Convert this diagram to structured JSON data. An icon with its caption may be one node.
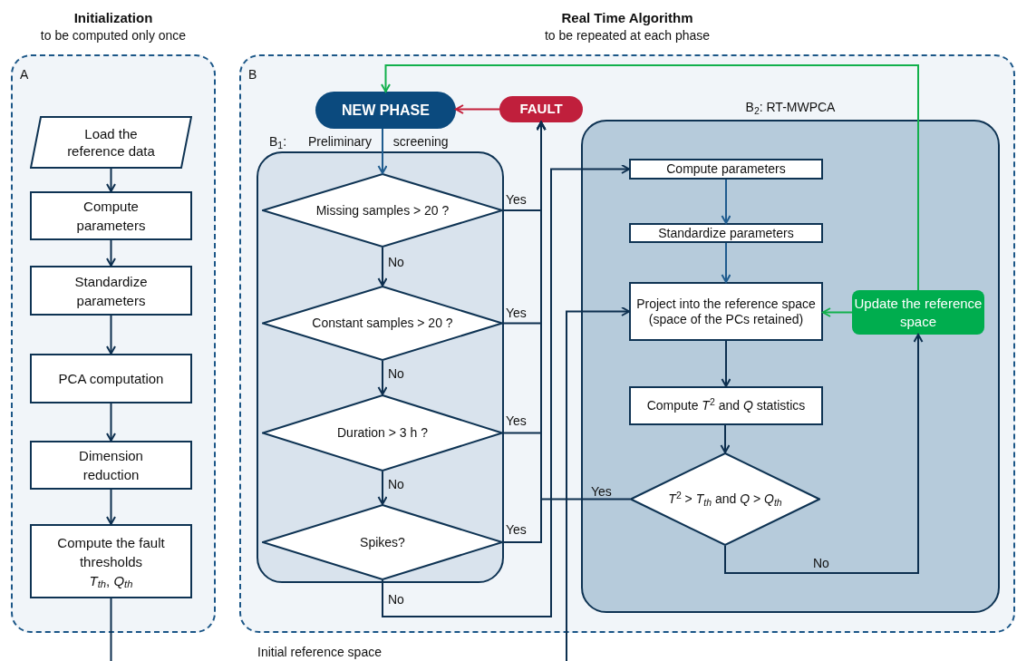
{
  "diagram": {
    "nodes": [
      {
        "text": [
          "Initialization",
          "to be computed only once",
          "A"
        ]
      },
      {
        "text": [
          "Load the reference data"
        ],
        "in": 0
      },
      {
        "text": [
          "Compute parameters"
        ],
        "in": 0
      },
      {
        "text": [
          "Standardize parameters"
        ],
        "in": 0
      },
      {
        "text": [
          "PCA computation"
        ],
        "in": 0
      },
      {
        "text": [
          "Dimension reduction"
        ],
        "in": 0
      },
      {
        "text": [
          "Compute the fault thresholds",
          "*T*$_{th}$, *Q*$_{th}$"
        ],
        "in": 0
      },
      {
        "text": [
          "Real Time Algorithm",
          "to be repeated at each phase",
          "B"
        ]
      },
      {
        "text": [
          "NEW PHASE"
        ],
        "in": 7
      },
      {
        "text": [
          "FAULT"
        ],
        "in": 7
      },
      {
        "text": [
          "B$_{1}$: Preliminary screening"
        ],
        "in": 7
      },
      {
        "text": [
          "Missing samples > 20 ?"
        ],
        "in": 10
      },
      {
        "text": [
          "Constant samples > 20 ?"
        ],
        "in": 10
      },
      {
        "text": [
          "Duration > 3 h ?"
        ],
        "in": 10
      },
      {
        "text": [
          "Spikes?"
        ],
        "in": 10
      },
      {
        "text": [
          "B$_{2}$: RT-MWPCA"
        ],
        "in": 7
      },
      {
        "text": [
          "Compute parameters"
        ],
        "in": 15
      },
      {
        "text": [
          "Standardize parameters"
        ],
        "in": 15
      },
      {
        "text": [
          "Project into the reference space (space of the PCs retained)"
        ],
        "in": 15
      },
      {
        "text": [
          "Compute *T*$^{2}$ and *Q* statistics"
        ],
        "in": 15
      },
      {
        "text": [
          "*T*$^{2}$ > *T*$_{th}$ and *Q* > *Q*$_{th}$"
        ],
        "in": 15
      },
      {
        "text": [
          "Update the reference space"
        ],
        "in": 15
      }
    ],
    "edges": [
      {
        "from": 1,
        "to": 2,
        "arrow": "to"
      },
      {
        "from": 2,
        "to": 3,
        "arrow": "to"
      },
      {
        "from": 3,
        "to": 4,
        "arrow": "to"
      },
      {
        "from": 4,
        "to": 5,
        "arrow": "to"
      },
      {
        "from": 5,
        "to": 6,
        "arrow": "to"
      },
      {
        "from": 6,
        "to": null,
        "arrow": "none"
      },
      {
        "from": 21,
        "to": 8,
        "arrow": "to",
        "color": "#12b04c"
      },
      {
        "from": 9,
        "to": 8,
        "arrow": "to",
        "color": "#c41e3a"
      },
      {
        "from": 8,
        "to": 11,
        "arrow": "to",
        "color": "#1f5c8f"
      },
      {
        "from": 11,
        "to": 12,
        "label": "No",
        "arrow": "to"
      },
      {
        "from": 12,
        "to": 13,
        "label": "No",
        "arrow": "to"
      },
      {
        "from": 13,
        "to": 14,
        "label": "No",
        "arrow": "to"
      },
      {
        "from": 11,
        "to": 9,
        "label": "Yes",
        "arrow": "to"
      },
      {
        "from": 12,
        "to": 9,
        "label": "Yes",
        "arrow": "to"
      },
      {
        "from": 13,
        "to": 9,
        "label": "Yes",
        "arrow": "to"
      },
      {
        "from": 14,
        "to": 9,
        "label": "Yes",
        "arrow": "to"
      },
      {
        "from": 20,
        "to": 9,
        "label": "Yes",
        "arrow": "to"
      },
      {
        "from": 14,
        "to": 16,
        "label": "No",
        "arrow": "to"
      },
      {
        "from": 16,
        "to": 17,
        "arrow": "to",
        "color": "#1f5c8f"
      },
      {
        "from": 17,
        "to": 18,
        "arrow": "to",
        "color": "#1f5c8f"
      },
      {
        "from": 18,
        "to": 19,
        "arrow": "to"
      },
      {
        "from": 19,
        "to": 20,
        "arrow": "to"
      },
      {
        "from": 20,
        "to": 21,
        "label": "No",
        "arrow": "to"
      },
      {
        "from": 21,
        "to": 18,
        "arrow": "to",
        "color": "#12b04c"
      },
      {
        "from": null,
        "to": 18,
        "arrow": "to"
      }
    ],
    "labels": [
      "Initial reference space"
    ]
  }
}
